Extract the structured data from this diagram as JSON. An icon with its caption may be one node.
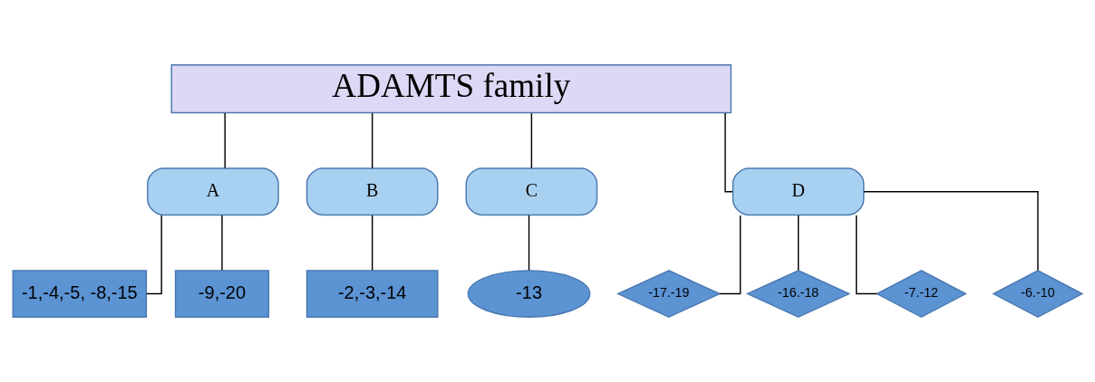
{
  "diagram": {
    "nodes": [
      {
        "text": [
          "ADAMTS family"
        ]
      },
      {
        "text": [
          "A"
        ]
      },
      {
        "text": [
          "B"
        ]
      },
      {
        "text": [
          "C"
        ]
      },
      {
        "text": [
          "D"
        ]
      },
      {
        "text": [
          "-1,-4,-5, -8,-15"
        ]
      },
      {
        "text": [
          "-9,-20"
        ]
      },
      {
        "text": [
          "-2,-3,-14"
        ]
      },
      {
        "text": [
          "-13"
        ]
      },
      {
        "text": [
          "-17.-19"
        ]
      },
      {
        "text": [
          "-16.-18"
        ]
      },
      {
        "text": [
          "-7.-12"
        ]
      },
      {
        "text": [
          "-6.-10"
        ]
      }
    ],
    "edges": [
      {
        "from": 0,
        "to": 1,
        "arrow": "none"
      },
      {
        "from": 0,
        "to": 2,
        "arrow": "none"
      },
      {
        "from": 0,
        "to": 3,
        "arrow": "none"
      },
      {
        "from": 0,
        "to": 4,
        "arrow": "none"
      },
      {
        "from": 1,
        "to": 5,
        "arrow": "none"
      },
      {
        "from": 1,
        "to": 6,
        "arrow": "none"
      },
      {
        "from": 2,
        "to": 7,
        "arrow": "none"
      },
      {
        "from": 3,
        "to": 8,
        "arrow": "none"
      },
      {
        "from": 4,
        "to": 9,
        "arrow": "none"
      },
      {
        "from": 4,
        "to": 10,
        "arrow": "none"
      },
      {
        "from": 4,
        "to": 11,
        "arrow": "none"
      },
      {
        "from": 4,
        "to": 12,
        "arrow": "none"
      }
    ]
  }
}
